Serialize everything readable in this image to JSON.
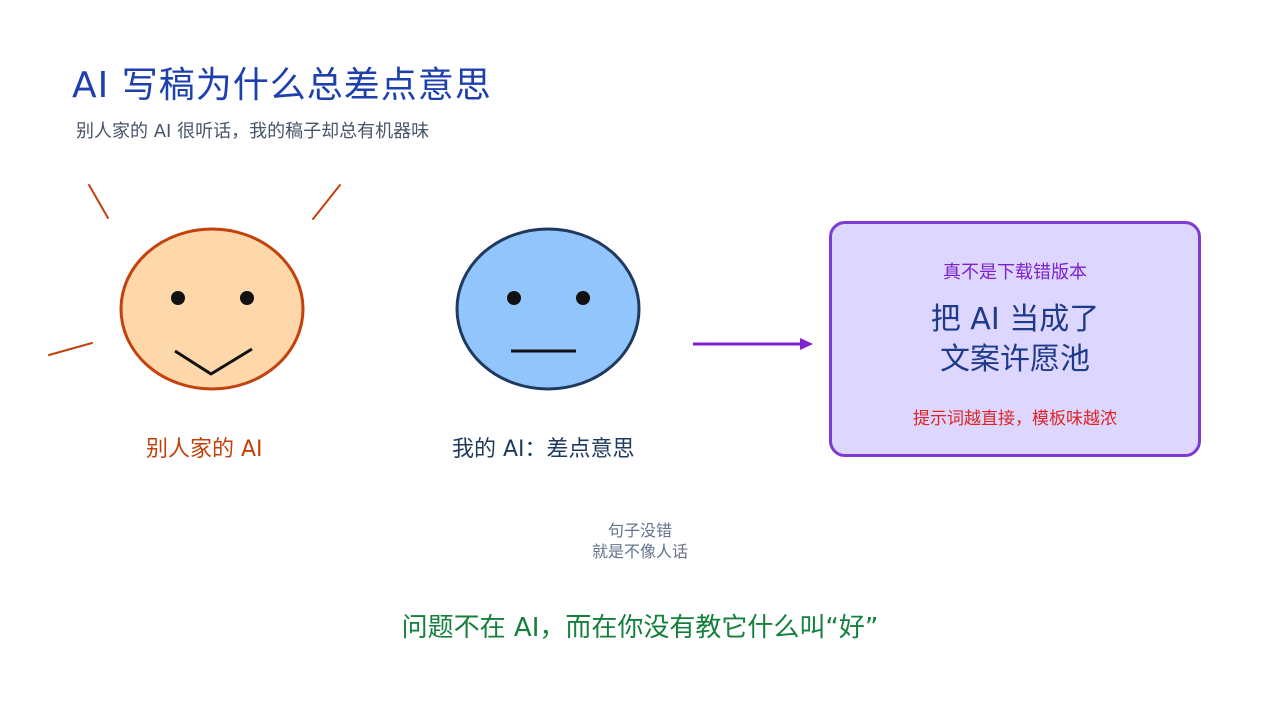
{
  "title": "AI 写稿为什么总差点意思",
  "subtitle": "别人家的 AI 很听话，我的稿子却总有机器味",
  "faces": {
    "left_label": "别人家的 AI",
    "mid_label": "我的 AI：差点意思"
  },
  "card": {
    "top_text": "真不是下载错版本",
    "main_line1": "把 AI 当成了",
    "main_line2": "文案许愿池",
    "bottom_text": "提示词越直接，模板味越浓"
  },
  "note": {
    "line1": "句子没错",
    "line2": "就是不像人话"
  },
  "conclusion": "问题不在 AI，而在你没有教它什么叫“好”",
  "colors": {
    "title": "#1e40af",
    "happy_face_fill": "#fed7aa",
    "happy_face_stroke": "#c2410c",
    "neutral_face_fill": "#93c5fd",
    "neutral_face_stroke": "#1e3a5f",
    "arrow": "#7e22ce",
    "card_fill": "#ddd6fe",
    "card_border": "#7e3bd4",
    "conclusion": "#15803d"
  }
}
